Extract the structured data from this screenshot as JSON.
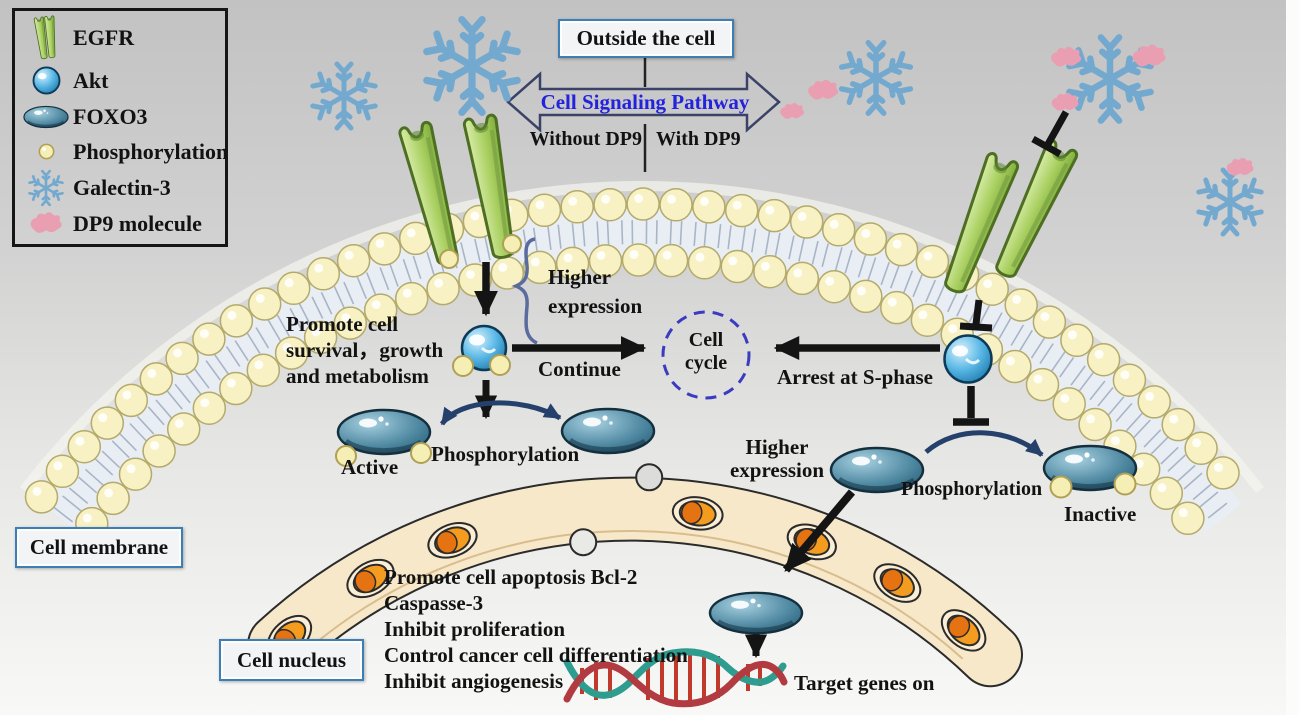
{
  "legend": {
    "items": [
      {
        "icon": "egfr-icon",
        "label": "EGFR"
      },
      {
        "icon": "akt-icon",
        "label": "Akt"
      },
      {
        "icon": "foxo3-icon",
        "label": "FOXO3"
      },
      {
        "icon": "phosphorylation-icon",
        "label": "Phosphorylation"
      },
      {
        "icon": "galectin3-icon",
        "label": "Galectin-3"
      },
      {
        "icon": "dp9-icon",
        "label": "DP9 molecule"
      }
    ]
  },
  "header": {
    "outside_cell": "Outside the cell",
    "pathway": "Cell Signaling Pathway",
    "without_dp9": "Without DP9",
    "with_dp9": "With DP9"
  },
  "left_pathway": {
    "promote_line1": "Promote cell",
    "promote_line2": "survival，growth",
    "promote_line3": "and metabolism",
    "higher_expression_line1": "Higher",
    "higher_expression_line2": "expression",
    "continue_label": "Continue",
    "phosphorylation_label": "Phosphorylation",
    "active_label": "Active"
  },
  "cell_cycle": {
    "line1": "Cell",
    "line2": "cycle"
  },
  "right_pathway": {
    "arrest_label": "Arrest at S-phase",
    "higher_expression_line1": "Higher",
    "higher_expression_line2": "expression",
    "phosphorylation_label": "Phosphorylation",
    "inactive_label": "Inactive"
  },
  "membrane": {
    "label": "Cell membrane"
  },
  "nucleus": {
    "label": "Cell nucleus",
    "effects": [
      "Promote cell apoptosis Bcl-2",
      "Caspasse-3",
      "Inhibit proliferation",
      "Control cancer cell differentiation",
      "Inhibit angiogenesis"
    ],
    "target_label": "Target genes on"
  },
  "colors": {
    "pathway_text": "#2323dd",
    "box_border": "#3d7fb4",
    "egfr_green": "#a4cf5d",
    "akt_blue": "#2f9fd6",
    "foxo3_teal": "#4d87a0",
    "phosphorylation_yellow": "#f6efb5",
    "galectin3_blue": "#74a9cf",
    "dp9_pink": "#e99fb1",
    "membrane_ball": "#f8f1c4",
    "nucleus_band": "#f7e8ca",
    "pore_orange": "#f39c1f",
    "dna_red": "#c0392b",
    "dna_teal": "#2e9d8f",
    "arrow_black": "#141414",
    "curve_navy": "#24406b"
  }
}
